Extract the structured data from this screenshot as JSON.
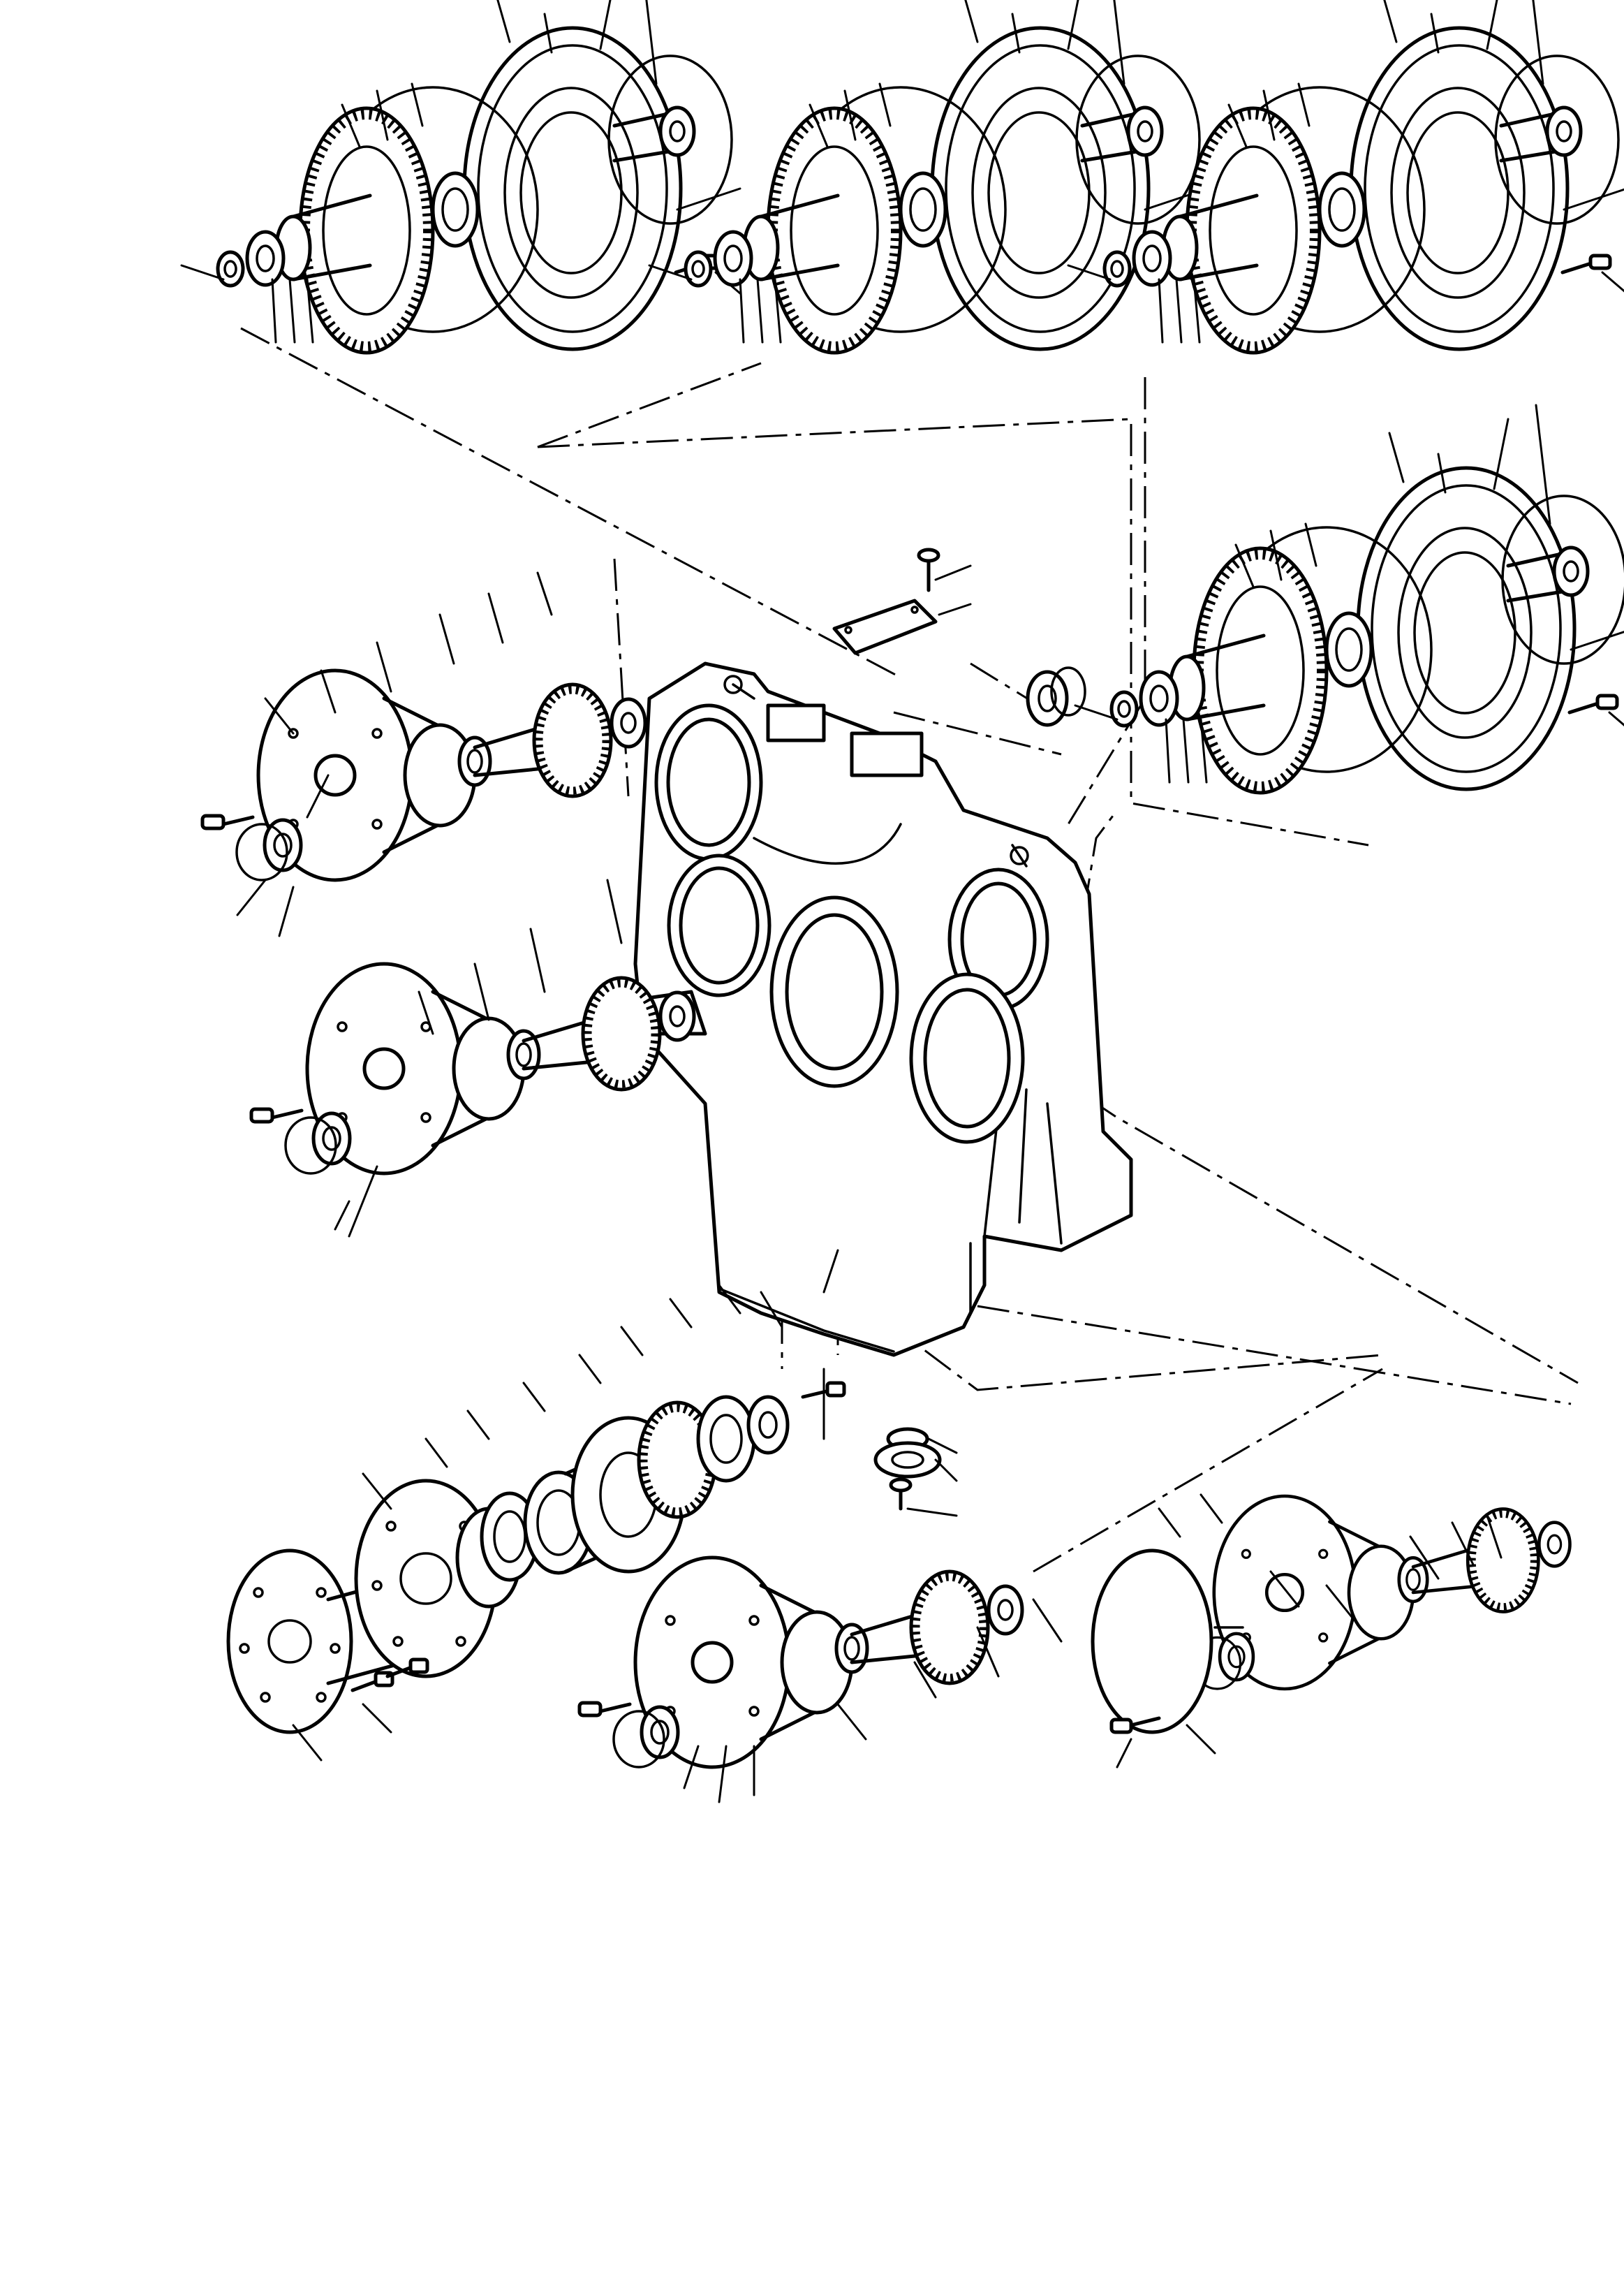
{
  "diagram": {
    "style": "exploded-view line drawing",
    "line_color": "#000000",
    "background_color": "#ffffff",
    "parts": [
      "transmission-case",
      "clutch-gear-assembly",
      "gear-shaft-assembly",
      "output-shaft-assembly",
      "end-cover",
      "inspection-cover-plate",
      "drain-plug-set"
    ]
  }
}
